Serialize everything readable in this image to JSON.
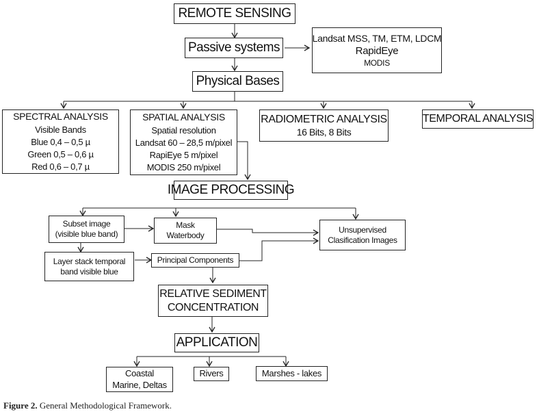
{
  "nodes": {
    "remote_sensing": {
      "lines": [
        "REMOTE SENSING"
      ]
    },
    "passive_systems": {
      "lines": [
        "Passive systems"
      ]
    },
    "sensors": {
      "lines": [
        "Landsat MSS, TM, ETM, LDCM",
        "RapidEye",
        "MODIS"
      ]
    },
    "physical_bases": {
      "lines": [
        "Physical Bases"
      ]
    },
    "spectral_analysis": {
      "lines": [
        "SPECTRAL ANALYSIS",
        "Visible Bands",
        "Blue 0,4 – 0,5 µ",
        "Green 0,5 – 0,6 µ",
        "Red 0,6 – 0,7 µ"
      ]
    },
    "spatial_analysis": {
      "lines": [
        "SPATIAL ANALYSIS",
        "Spatial resolution",
        "Landsat 60 – 28,5 m/pixel",
        "RapiEye 5 m/pixel",
        "MODIS 250 m/pixel"
      ]
    },
    "radiometric_analysis": {
      "lines": [
        "RADIOMETRIC ANALYSIS",
        "16 Bits, 8 Bits"
      ]
    },
    "temporal_analysis": {
      "lines": [
        "TEMPORAL ANALYSIS"
      ]
    },
    "image_processing": {
      "lines": [
        "IMAGE PROCESSING"
      ]
    },
    "subset_image": {
      "lines": [
        "Subset image",
        "(visible blue band)"
      ]
    },
    "mask_waterbody": {
      "lines": [
        "Mask",
        "Waterbody"
      ]
    },
    "unsupervised_classification": {
      "lines": [
        "Unsupervised",
        "Clasification Images"
      ]
    },
    "layer_stack": {
      "lines": [
        "Layer stack temporal",
        "band visible blue"
      ]
    },
    "principal_components": {
      "lines": [
        "Principal Components"
      ]
    },
    "relative_sediment": {
      "lines": [
        "RELATIVE SEDIMENT",
        "CONCENTRATION"
      ]
    },
    "application": {
      "lines": [
        "APPLICATION"
      ]
    },
    "coastal": {
      "lines": [
        "Coastal",
        "Marine, Deltas"
      ]
    },
    "rivers": {
      "lines": [
        "Rivers"
      ]
    },
    "marshes": {
      "lines": [
        "Marshes - lakes"
      ]
    }
  },
  "edges": [
    [
      "remote_sensing",
      "passive_systems"
    ],
    [
      "passive_systems",
      "sensors"
    ],
    [
      "passive_systems",
      "physical_bases"
    ],
    [
      "physical_bases",
      "spectral_analysis"
    ],
    [
      "physical_bases",
      "spatial_analysis"
    ],
    [
      "physical_bases",
      "radiometric_analysis"
    ],
    [
      "physical_bases",
      "temporal_analysis"
    ],
    [
      "spatial_analysis",
      "image_processing"
    ],
    [
      "image_processing",
      "subset_image"
    ],
    [
      "image_processing",
      "mask_waterbody"
    ],
    [
      "image_processing",
      "unsupervised_classification"
    ],
    [
      "subset_image",
      "mask_waterbody"
    ],
    [
      "subset_image",
      "layer_stack"
    ],
    [
      "mask_waterbody",
      "unsupervised_classification"
    ],
    [
      "layer_stack",
      "principal_components"
    ],
    [
      "principal_components",
      "unsupervised_classification"
    ],
    [
      "principal_components",
      "relative_sediment"
    ],
    [
      "relative_sediment",
      "application"
    ],
    [
      "application",
      "coastal"
    ],
    [
      "application",
      "rivers"
    ],
    [
      "application",
      "marshes"
    ]
  ],
  "caption": {
    "label": "Figure 2.",
    "text": " General Methodological Framework."
  }
}
